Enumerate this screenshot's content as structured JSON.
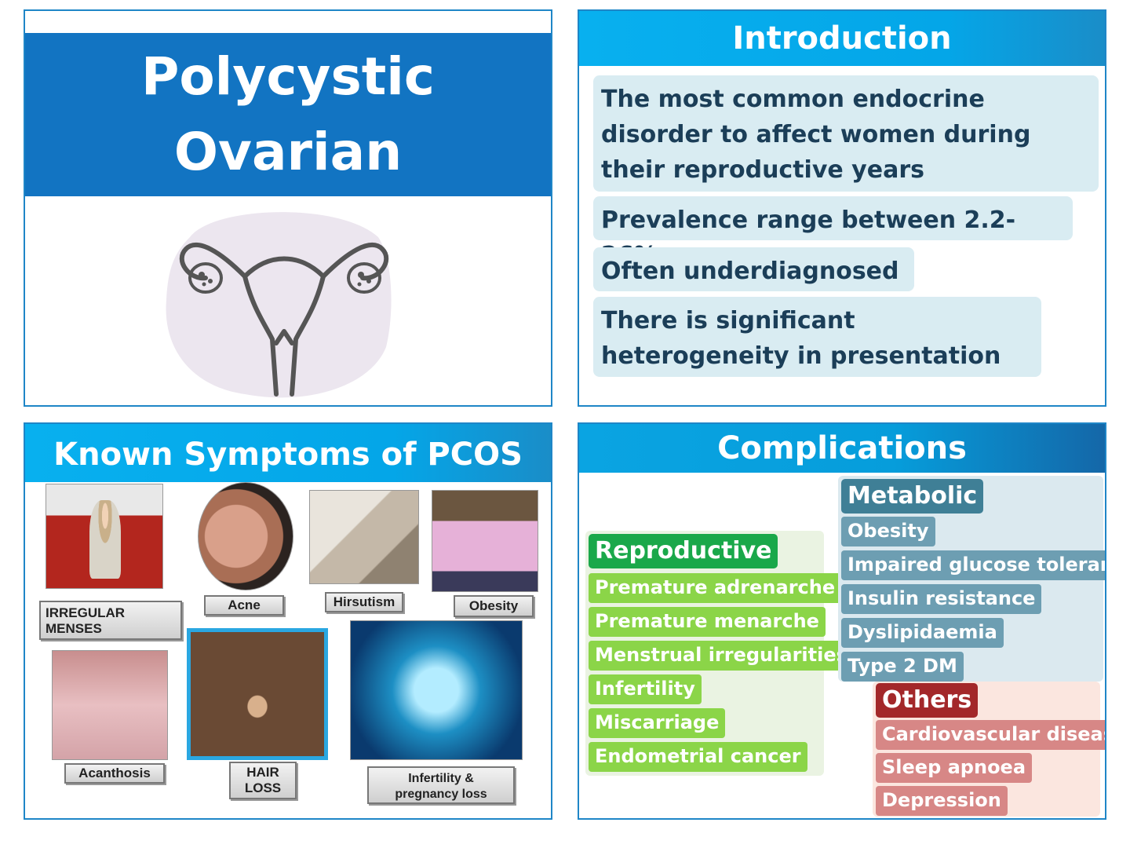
{
  "slide1": {
    "title_line1": "Polycystic Ovarian",
    "title_line2": "Syndrome",
    "icon": "uterus-icon"
  },
  "slide2": {
    "header": "Introduction",
    "points": [
      "The most common endocrine disorder to affect women during their reproductive years",
      "Prevalence range between 2.2-26%",
      "Often underdiagnosed",
      "There is significant heterogeneity in presentation"
    ]
  },
  "slide3": {
    "header": "Known Symptoms of PCOS",
    "captions": {
      "irregular_line1": "IRREGULAR",
      "irregular_line2": "MENSES",
      "acne": "Acne",
      "hirsutism": "Hirsutism",
      "obesity": "Obesity",
      "acanthosis": "Acanthosis",
      "hair_line1": "HAIR",
      "hair_line2": "LOSS",
      "infertility_line1": "Infertility &",
      "infertility_line2": "pregnancy loss"
    }
  },
  "slide4": {
    "header": "Complications",
    "reproductive": {
      "title": "Reproductive",
      "items": [
        "Premature adrenarche",
        "Premature menarche",
        "Menstrual irregularities",
        "Infertility",
        "Miscarriage",
        "Endometrial cancer"
      ]
    },
    "metabolic": {
      "title": "Metabolic",
      "items": [
        "Obesity",
        "Impaired glucose tolerance",
        "Insulin resistance",
        "Dyslipidaemia",
        "Type 2 DM"
      ]
    },
    "others": {
      "title": "Others",
      "items": [
        "Cardiovascular disease",
        "Sleep apnoea",
        "Depression"
      ]
    }
  },
  "colors": {
    "title_blue": "#1274c2",
    "header_cyan": "#08b0ef",
    "intro_box": "#d9ecf2",
    "reproductive_head": "#1aa84a",
    "reproductive_item": "#8bd548",
    "metabolic_head": "#3f7f96",
    "metabolic_item": "#6d9eb2",
    "others_head": "#a3282a",
    "others_item": "#d78786"
  }
}
